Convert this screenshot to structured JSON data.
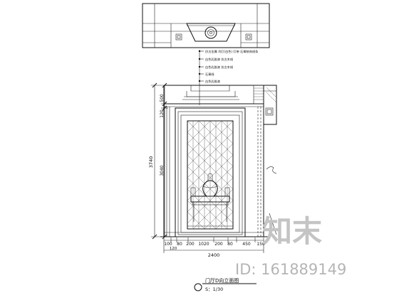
{
  "drawing": {
    "title": "门厅D向立面图",
    "scale": "S：1/30",
    "brand": "知末",
    "watermark_id": "ID: 161889149"
  },
  "callouts": [
    "仿古金属  吊灯(白色)  灯带  石膏装饰线条",
    "白色乳胶漆  仿古木线",
    "白色乳胶漆  仿古木线",
    "石膏线",
    "白色乳胶漆"
  ],
  "dimensions": {
    "vertical_right": [
      "500",
      "120",
      "3040"
    ],
    "vertical_total": "3740",
    "horizontal": [
      "100",
      "80",
      "200",
      "1020",
      "200",
      "80",
      "450",
      "150"
    ],
    "horizontal_sub": "120",
    "horizontal_total": "2400"
  }
}
